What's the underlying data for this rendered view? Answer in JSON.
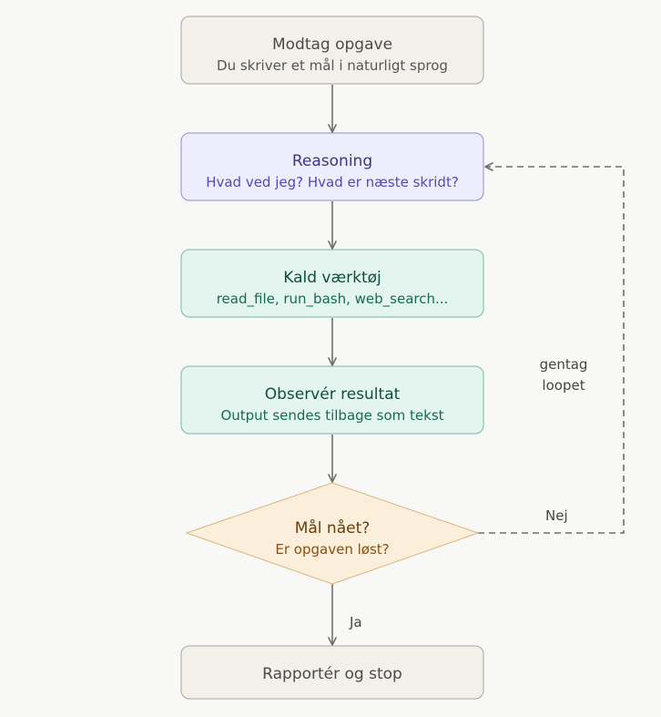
{
  "nodes": {
    "receive": {
      "title": "Modtag opgave",
      "subtitle": "Du skriver et mål i naturligt sprog"
    },
    "reasoning": {
      "title": "Reasoning",
      "subtitle": "Hvad ved jeg? Hvad er næste skridt?"
    },
    "tool": {
      "title": "Kald værktøj",
      "subtitle": "read_file, run_bash, web_search..."
    },
    "observe": {
      "title": "Observér resultat",
      "subtitle": "Output sendes tilbage som tekst"
    },
    "decision": {
      "title": "Mål nået?",
      "subtitle": "Er opgaven løst?"
    },
    "report": {
      "title": "Rapportér og stop"
    }
  },
  "edges": {
    "yes_label": "Ja",
    "no_label": "Nej",
    "loop_label_line1": "gentag",
    "loop_label_line2": "loopet"
  },
  "colors": {
    "neutral_fill": "#f3f0ea",
    "neutral_stroke": "#a8a49c",
    "neutral_text": "#4a4a4a",
    "purple_fill": "#eeedfd",
    "purple_stroke": "#8f8ad8",
    "purple_title": "#3c3489",
    "purple_sub": "#534ab7",
    "green_fill": "#e3f5ee",
    "green_stroke": "#6fbf9f",
    "green_title": "#0f4f3c",
    "green_sub": "#146c52",
    "amber_fill": "#fbefdc",
    "amber_stroke": "#d9b27a",
    "amber_title": "#6b3d0a",
    "amber_sub": "#8a4e10",
    "arrow": "#6e6e6e"
  }
}
